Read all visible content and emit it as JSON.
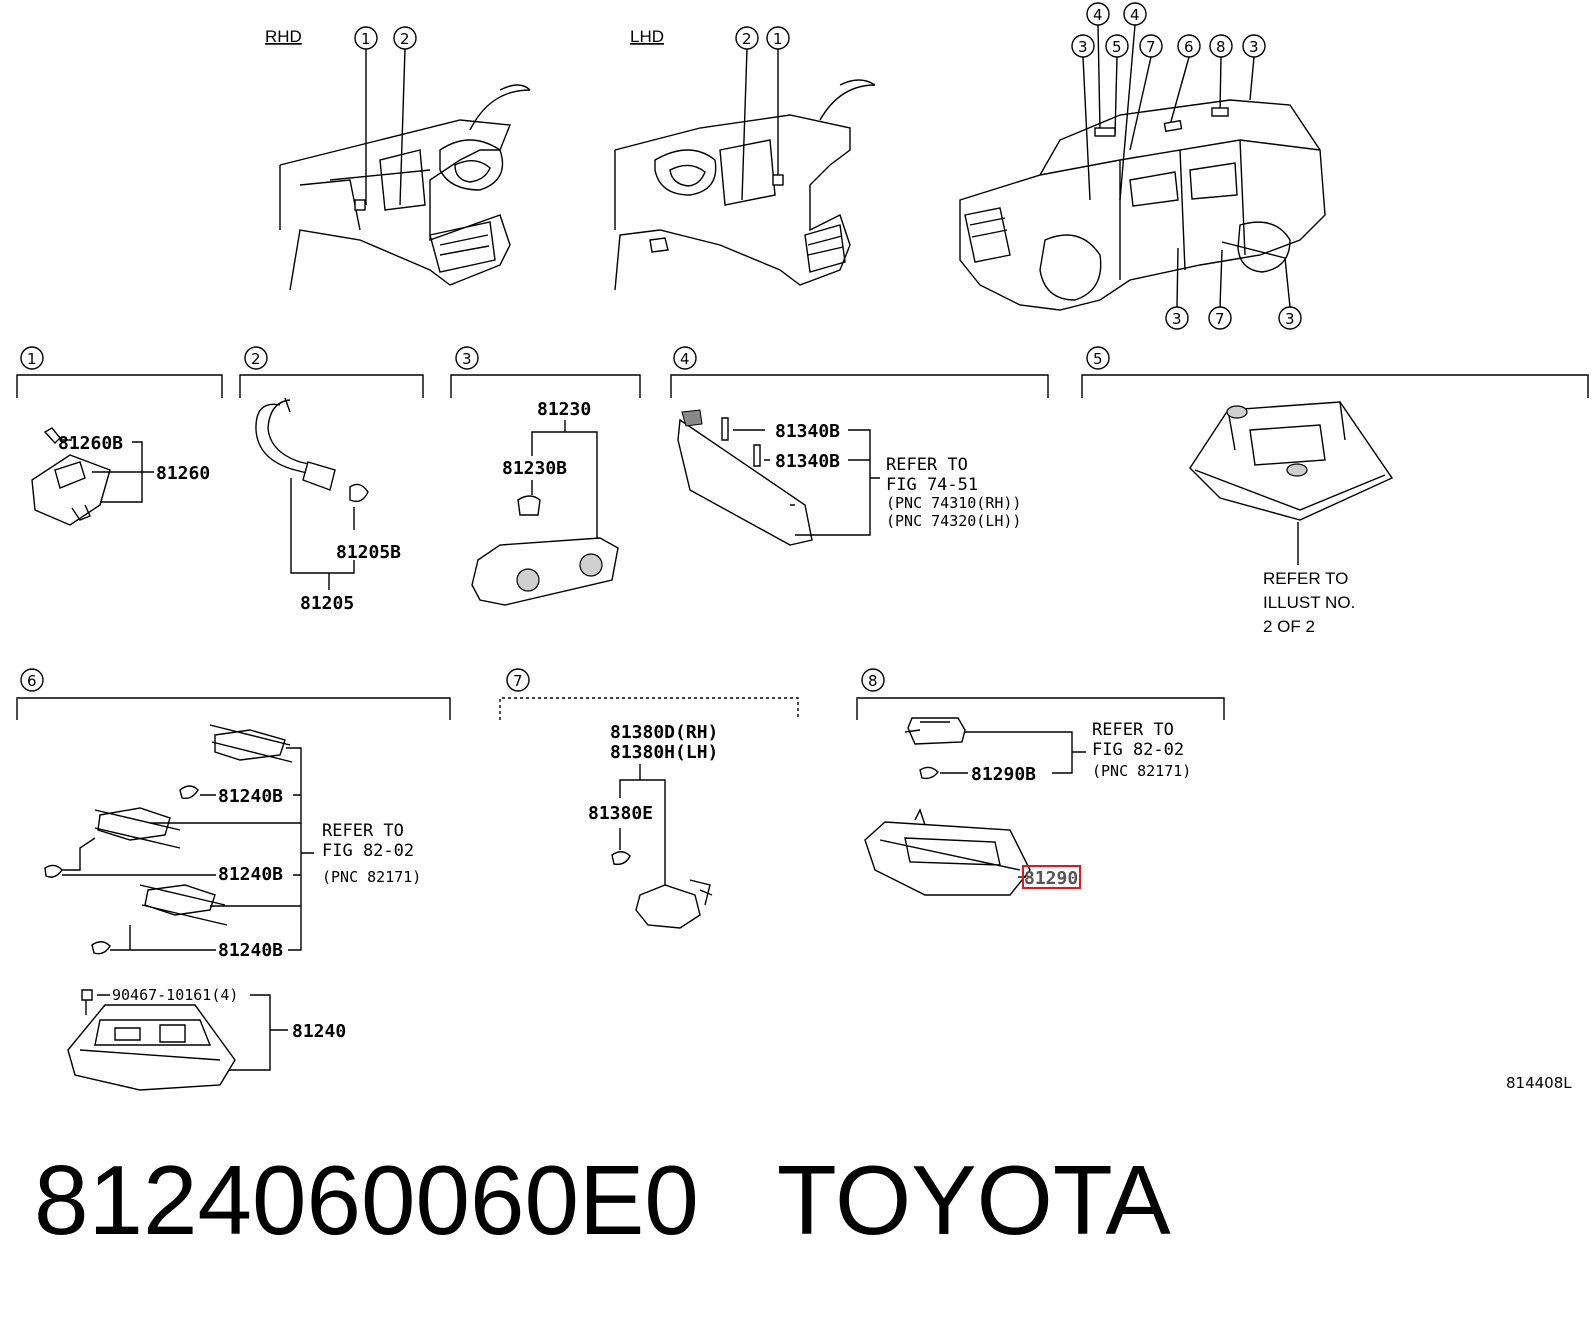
{
  "header": {
    "rhd": "RHD",
    "lhd": "LHD"
  },
  "markers": {
    "1": "1",
    "2": "2",
    "3": "3",
    "4": "4",
    "5": "5",
    "6": "6",
    "7": "7",
    "8": "8"
  },
  "section1": {
    "bulb": "81260B",
    "part": "81260"
  },
  "section2": {
    "bulb": "81205B",
    "part": "81205"
  },
  "section3": {
    "part": "81230",
    "bulb": "81230B"
  },
  "section4": {
    "bulb_a": "81340B",
    "bulb_b": "81340B",
    "refer_1": "REFER TO",
    "refer_2": "FIG 74-51",
    "refer_3": "(PNC 74310(RH))",
    "refer_4": "(PNC 74320(LH))"
  },
  "section5": {
    "refer_1": "REFER TO",
    "refer_2": "ILLUST NO.",
    "refer_3": "2 OF 2"
  },
  "section6": {
    "bulb_a": "81240B",
    "bulb_b": "81240B",
    "bulb_c": "81240B",
    "refer_1": "REFER TO",
    "refer_2": "FIG 82-02",
    "refer_3": "(PNC 82171)",
    "screw": "90467-10161(4)",
    "part": "81240"
  },
  "section7": {
    "part_rh": "81380D(RH)",
    "part_lh": "81380H(LH)",
    "bulb": "81380E"
  },
  "section8": {
    "refer_1": "REFER TO",
    "refer_2": "FIG 82-02",
    "refer_3": "(PNC 82171)",
    "bulb": "81290B",
    "part": "81290"
  },
  "illustration_code": "814408L",
  "footer": {
    "part_number": "8124060060E0",
    "brand": "TOYOTA"
  },
  "colors": {
    "highlight": "#e0181c",
    "line": "#000000"
  }
}
